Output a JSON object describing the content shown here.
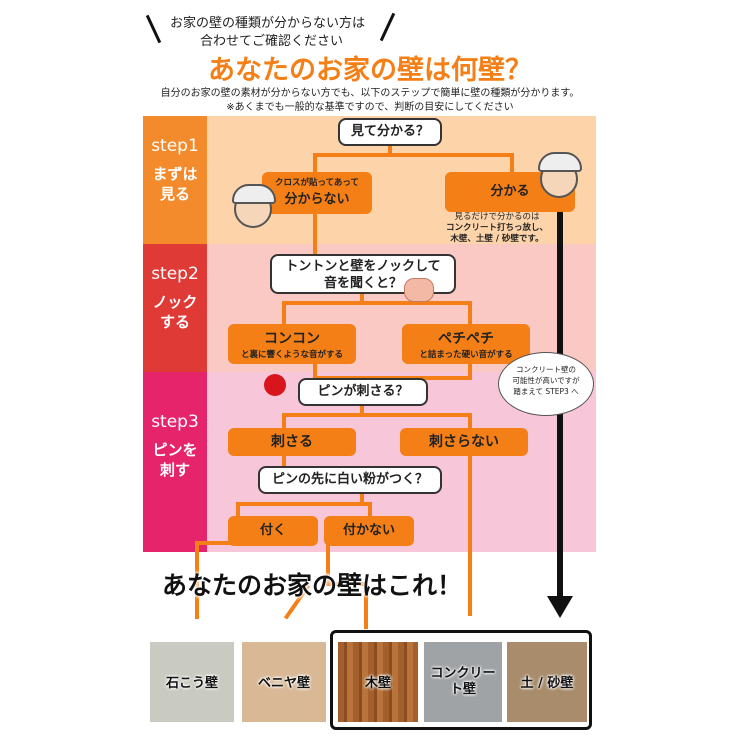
{
  "top_note": {
    "line1": "お家の壁の種類が分からない方は",
    "line2": "合わせてご確認ください"
  },
  "title": "あなたのお家の壁は何壁？",
  "intro": {
    "line1": "自分のお家の壁の素材が分からない方でも、以下のステップで簡単に壁の種類が分かります。",
    "line2": "※あくまでも一般的な基準ですので、判断の目安にしてください"
  },
  "steps": [
    {
      "step": "step1",
      "line1": "まずは",
      "line2": "見る"
    },
    {
      "step": "step2",
      "line1": "ノック",
      "line2": "する"
    },
    {
      "step": "step3",
      "line1": "ピンを",
      "line2": "刺す"
    }
  ],
  "flow": {
    "q1": "見て分かる？",
    "no1_small": "クロスが貼ってあって",
    "no1": "分からない",
    "yes1": "分かる",
    "yes1_note1": "見るだけで分かるのは",
    "yes1_note2": "コンクリート打ちっ放し、",
    "yes1_note3": "木壁、土壁 / 砂壁です。",
    "q2_line1": "トントンと壁をノックして",
    "q2_line2": "音を聞くと？",
    "a2_left": "コンコン",
    "a2_left_sub": "と裏に響くような音がする",
    "a2_right": "ペチペチ",
    "a2_right_sub": "と詰まった硬い音がする",
    "bubble_line1": "コンクリート壁の",
    "bubble_line2": "可能性が高いですが",
    "bubble_line3": "踏まえて STEP3 へ",
    "q3": "ピンが刺さる？",
    "a3_left": "刺さる",
    "a3_right": "刺さらない",
    "q4": "ピンの先に白い粉がつく？",
    "a4_left": "付く",
    "a4_right": "付かない"
  },
  "result_heading": "あなたのお家の壁はこれ！",
  "results": [
    {
      "label": "石こう壁",
      "color": "#c9cbc2"
    },
    {
      "label": "ベニヤ壁",
      "color": "#d9b896"
    },
    {
      "label": "木壁",
      "color": "#a4602c"
    },
    {
      "label": "コンクリート壁",
      "color": "#9fa3a6"
    },
    {
      "label": "土 / 砂壁",
      "color": "#a88c6b"
    }
  ],
  "colors": {
    "accent": "#f47f16",
    "step1_band": "#fdd3a9",
    "step1_label": "#f38b2c",
    "step2_band": "#fbc9c3",
    "step2_label": "#e03a37",
    "step3_band": "#f8c6d9",
    "step3_label": "#e6246c"
  }
}
